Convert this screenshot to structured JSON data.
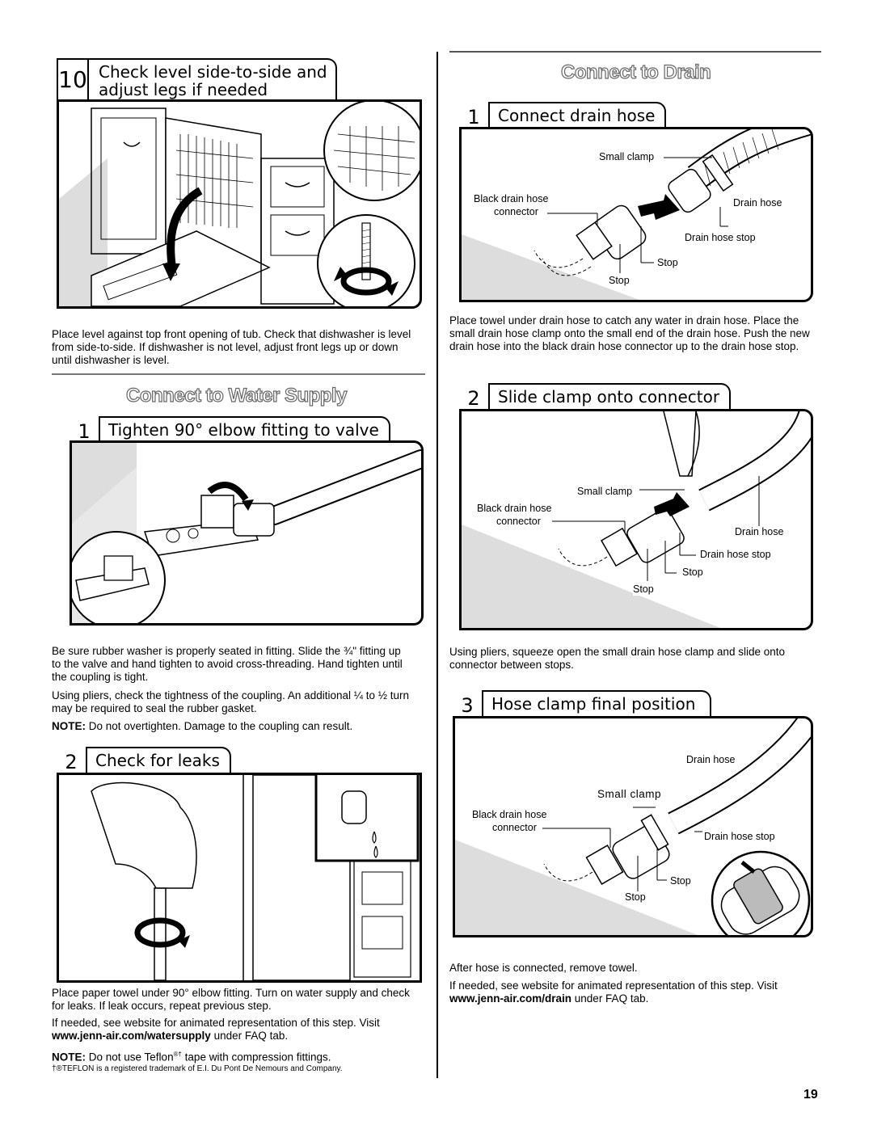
{
  "left": {
    "step10": {
      "number": "10",
      "title_line1": "Check level side-to-side and",
      "title_line2": "adjust legs if needed",
      "text": "Place level against top front opening of tub. Check that dishwasher is level from side-to-side. If dishwasher is not level, adjust front legs up or down until dishwasher is level."
    },
    "water_section_title": "Connect to Water Supply",
    "water_step1": {
      "number": "1",
      "title": "Tighten 90° elbow fitting to valve",
      "text1": "Be sure rubber washer is properly seated in fitting. Slide the ¾\" fitting up to the valve and hand tighten to avoid cross-threading. Hand tighten until the coupling is tight.",
      "text2": "Using pliers, check the tightness of the coupling. An additional ¼ to ½ turn may be required to seal the rubber gasket.",
      "note_label": "NOTE:",
      "note_text": " Do not overtighten. Damage to the coupling can result."
    },
    "water_step2": {
      "number": "2",
      "title": "Check for leaks",
      "text1": "Place paper towel under 90° elbow fitting. Turn on water supply and check for leaks. If leak occurs, repeat previous step.",
      "text2_pre": "If needed, see website for animated representation of this step. Visit ",
      "text2_link": "www.jenn-air.com/watersupply",
      "text2_post": " under FAQ tab.",
      "note_label": "NOTE:",
      "note_text": " Do not use Teflon",
      "note_sup": "®†",
      "note_end": " tape with compression fittings.",
      "footnote": "†®TEFLON is a registered trademark of E.I. Du Pont De Nemours and Company."
    }
  },
  "right": {
    "drain_section_title": "Connect to Drain",
    "drain_step1": {
      "number": "1",
      "title": "Connect drain hose",
      "labels": {
        "small_clamp": "Small clamp",
        "black_connector_1": "Black drain hose",
        "black_connector_2": "connector",
        "drain_hose": "Drain hose",
        "drain_hose_stop": "Drain hose stop",
        "stop_a": "Stop",
        "stop_b": "Stop"
      },
      "text": "Place towel under drain hose to catch any water in drain hose. Place the small drain hose clamp onto the small end of the drain hose. Push the new drain hose into the black drain hose connector up to the drain hose stop."
    },
    "drain_step2": {
      "number": "2",
      "title": "Slide clamp onto connector",
      "labels": {
        "small_clamp": "Small clamp",
        "black_connector_1": "Black drain hose",
        "black_connector_2": "connector",
        "drain_hose": "Drain hose",
        "drain_hose_stop": "Drain hose stop",
        "stop_a": "Stop",
        "stop_b": "Stop"
      },
      "text": "Using pliers, squeeze open the small drain hose clamp and slide onto connector between stops."
    },
    "drain_step3": {
      "number": "3",
      "title": "Hose clamp final position",
      "labels": {
        "drain_hose": "Drain hose",
        "small_clamp": "Small clamp",
        "black_connector_1": "Black drain hose",
        "black_connector_2": "connector",
        "drain_hose_stop": "Drain hose stop",
        "stop_a": "Stop",
        "stop_b": "Stop"
      },
      "text1": "After hose is connected, remove towel.",
      "text2_pre": "If needed, see website for animated representation of this step. Visit ",
      "text2_link": "www.jenn-air.com/drain",
      "text2_post": " under FAQ tab."
    }
  },
  "page_number": "19"
}
